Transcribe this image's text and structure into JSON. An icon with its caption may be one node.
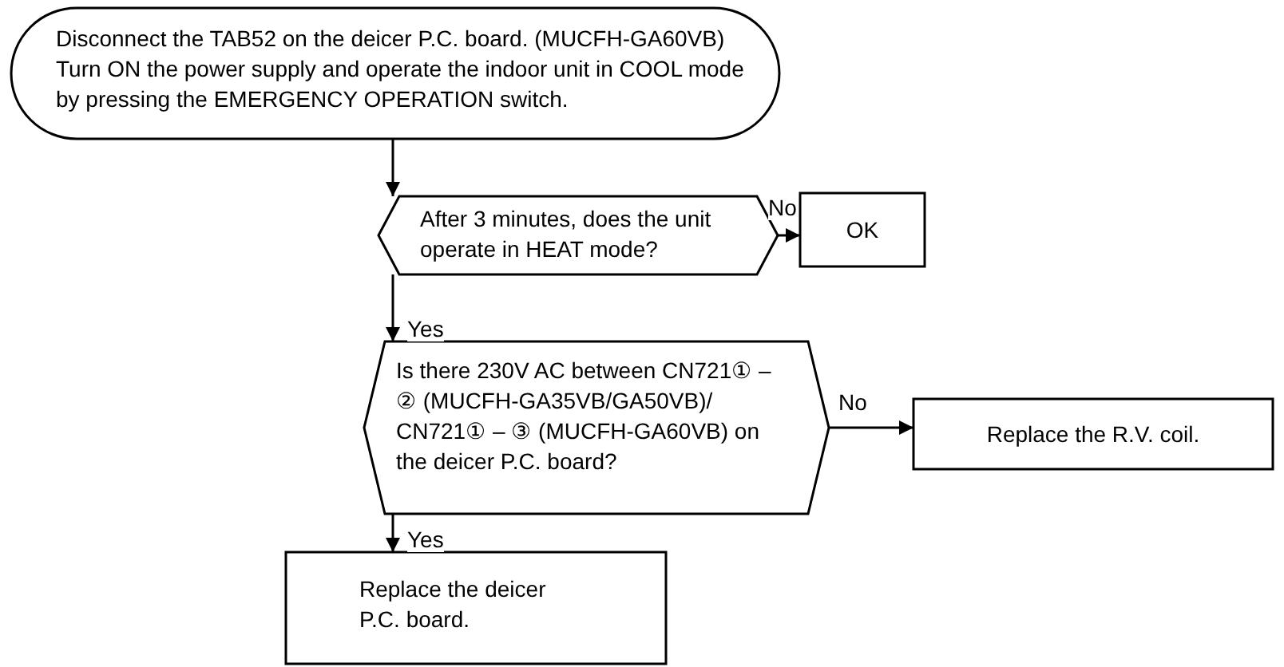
{
  "diagram": {
    "nodes": [
      {
        "text": [
          "Disconnect the TAB52 on the deicer P.C. board. (MUCFH-GA60VB)",
          "Turn ON the power supply and operate the indoor unit in COOL mode by pressing the EMERGENCY OPERATION switch."
        ]
      },
      {
        "text": [
          "After 3 minutes, does the unit operate in HEAT mode?"
        ]
      },
      {
        "text": [
          "OK"
        ]
      },
      {
        "text": [
          "Is there 230V AC between CN721① – ② (MUCFH-GA35VB/GA50VB)/ CN721① – ③ (MUCFH-GA60VB) on the deicer P.C. board?"
        ]
      },
      {
        "text": [
          "Replace the R.V. coil."
        ]
      },
      {
        "text": [
          "Replace the deicer P.C. board."
        ]
      }
    ],
    "edges": [
      {
        "from": 0,
        "to": 1,
        "arrow": "to"
      },
      {
        "from": 1,
        "to": 2,
        "arrow": "to",
        "label": "No"
      },
      {
        "from": 1,
        "to": 3,
        "arrow": "to",
        "label": "Yes"
      },
      {
        "from": 3,
        "to": 4,
        "arrow": "to",
        "label": "No"
      },
      {
        "from": 3,
        "to": 5,
        "arrow": "to",
        "label": "Yes"
      }
    ]
  }
}
